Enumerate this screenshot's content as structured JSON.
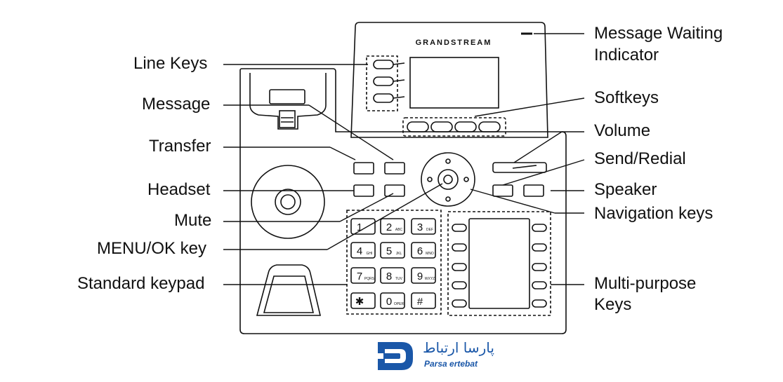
{
  "labels_left": {
    "line_keys": "Line Keys",
    "message": "Message",
    "transfer": "Transfer",
    "headset": "Headset",
    "mute": "Mute",
    "menu_ok": "MENU/OK key",
    "standard_keypad": "Standard keypad"
  },
  "labels_right": {
    "mwi_line1": "Message Waiting",
    "mwi_line2": "Indicator",
    "softkeys": "Softkeys",
    "volume": "Volume",
    "send_redial": "Send/Redial",
    "speaker": "Speaker",
    "navigation": "Navigation keys",
    "multi_line1": "Multi-purpose",
    "multi_line2": "Keys"
  },
  "brand": "GRANDSTREAM",
  "keypad": [
    {
      "digit": "1",
      "letters": ""
    },
    {
      "digit": "2",
      "letters": "ABC"
    },
    {
      "digit": "3",
      "letters": "DEF"
    },
    {
      "digit": "4",
      "letters": "GHI"
    },
    {
      "digit": "5",
      "letters": "JKL"
    },
    {
      "digit": "6",
      "letters": "MNO"
    },
    {
      "digit": "7",
      "letters": "PQRS"
    },
    {
      "digit": "8",
      "letters": "TUV"
    },
    {
      "digit": "9",
      "letters": "WXYZ"
    },
    {
      "digit": "✱",
      "letters": ""
    },
    {
      "digit": "0",
      "letters": "OPER"
    },
    {
      "digit": "#",
      "letters": ""
    }
  ],
  "logo": {
    "fa": "پارسا ارتباط",
    "en": "Parsa ertebat",
    "color": "#1a57a8"
  },
  "colors": {
    "line": "#111111",
    "logo": "#1a57a8"
  }
}
